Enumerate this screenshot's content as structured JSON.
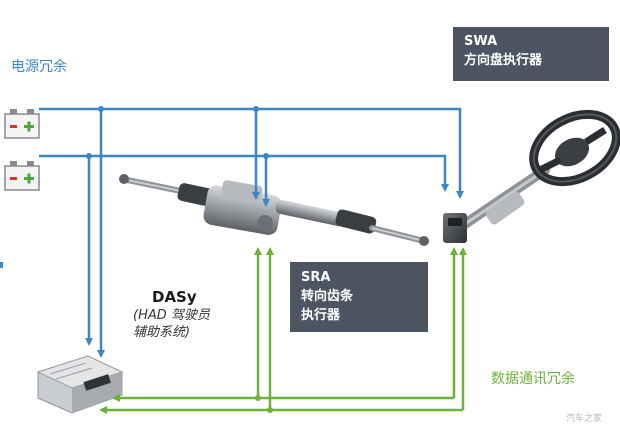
{
  "power_redundancy_label": "电源冗余",
  "comm_redundancy_label": "数据通讯冗余",
  "swa": {
    "line1": "SWA",
    "line2": "方向盘执行器"
  },
  "sra": {
    "line1": "SRA",
    "line2": "转向齿条",
    "line3": "执行器"
  },
  "dasy": {
    "title": "DASy",
    "line1": "(HAD 驾驶员",
    "line2": "辅助系统)"
  },
  "watermark": "汽车之家",
  "colors": {
    "power_line": "#3d86c6",
    "comm_line": "#6fb23a",
    "label_box": "#4d5563",
    "battery_minus": "#d9322b",
    "battery_plus": "#4aa63a"
  },
  "icons": [
    "battery-icon",
    "steering-rack-image",
    "steering-wheel-column-image",
    "ecu-module-image"
  ]
}
